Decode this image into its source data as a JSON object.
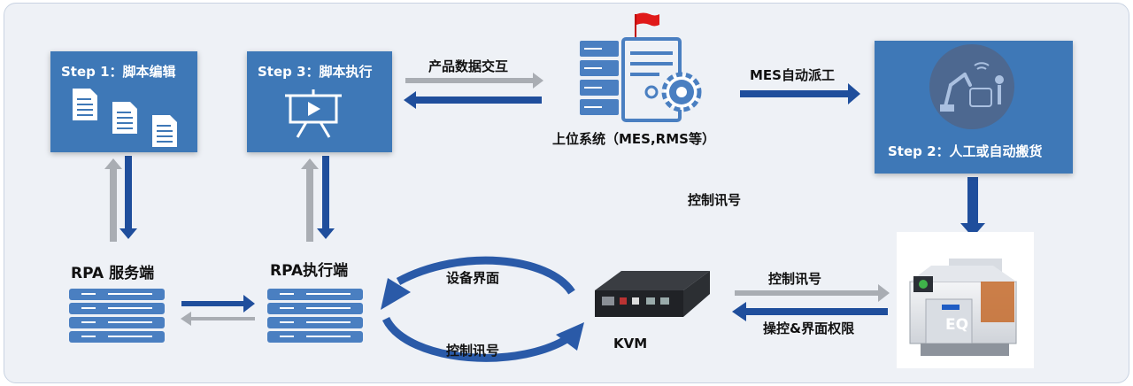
{
  "steps": {
    "step1": "Step 1：脚本编辑",
    "step3": "Step 3：脚本执行",
    "step2": "Step 2：人工或自动搬货"
  },
  "labels": {
    "product_data": "产品数据交互",
    "upper_system": "上位系统（MES,RMS等）",
    "mes_dispatch": "MES自动派工",
    "control_signal_mid": "控制讯号",
    "rpa_server": "RPA 服务端",
    "rpa_executor": "RPA执行端",
    "device_ui": "设备界面",
    "control_signal_loop": "控制讯号",
    "kvm": "KVM",
    "control_signal_right": "控制讯号",
    "operate_ui": "操控&界面权限",
    "eq": "EQ"
  },
  "colors": {
    "step_blue": "#3e78b7",
    "dark_arrow": "#1f4e9c",
    "gray_arrow": "#a9adb3",
    "server_blue": "#4a7fc1"
  },
  "icons": [
    "document-icon",
    "presentation-icon",
    "server-rack-icon",
    "gear-icon",
    "flag-icon",
    "robot-arm-icon",
    "server-icon",
    "kvm-switch-icon",
    "equipment-icon"
  ]
}
